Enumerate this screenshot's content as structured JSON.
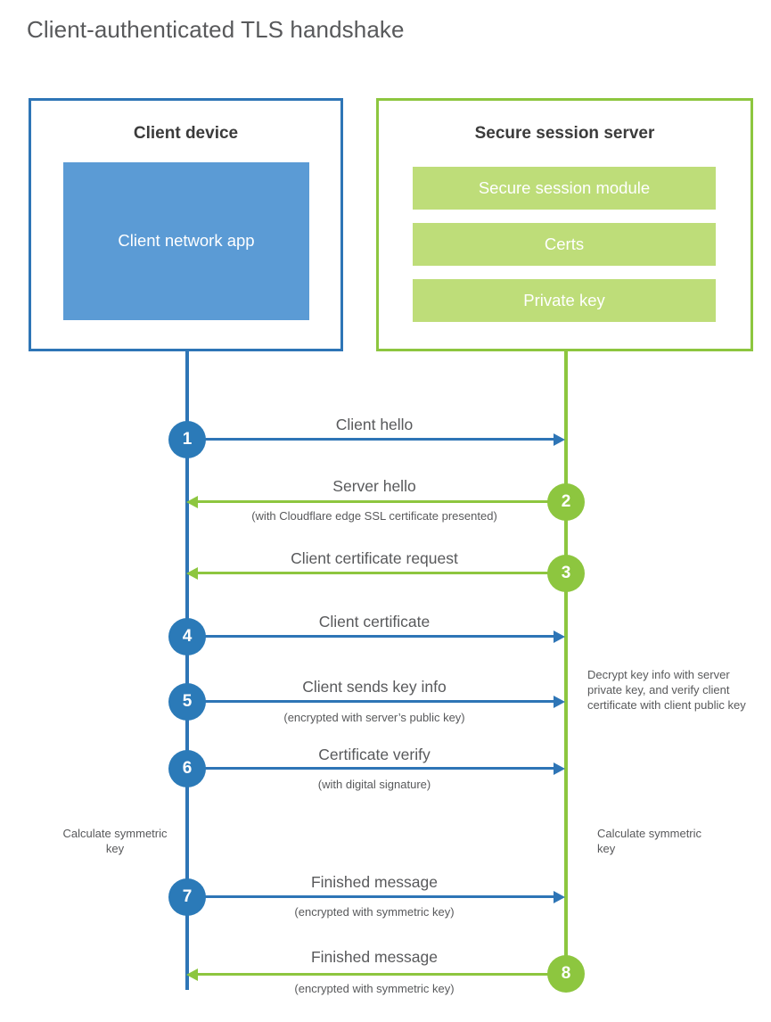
{
  "title": "Client-authenticated TLS handshake",
  "parties": {
    "client": {
      "title": "Client device",
      "app_label": "Client network app"
    },
    "server": {
      "title": "Secure session server",
      "bars": [
        {
          "label": "Secure session module"
        },
        {
          "label": "Certs"
        },
        {
          "label": "Private key"
        }
      ]
    }
  },
  "steps": [
    {
      "number": "1",
      "label": "Client hello",
      "sub": "",
      "direction": "client-to-server"
    },
    {
      "number": "2",
      "label": "Server hello",
      "sub": "(with Cloudflare edge SSL certificate presented)",
      "direction": "server-to-client"
    },
    {
      "number": "3",
      "label": "Client certificate request",
      "sub": "",
      "direction": "server-to-client"
    },
    {
      "number": "4",
      "label": "Client certificate",
      "sub": "",
      "direction": "client-to-server"
    },
    {
      "number": "5",
      "label": "Client sends key info",
      "sub": "(encrypted with server’s public key)",
      "direction": "client-to-server"
    },
    {
      "number": "6",
      "label": "Certificate verify",
      "sub": "(with digital signature)",
      "direction": "client-to-server"
    },
    {
      "number": "7",
      "label": "Finished message",
      "sub": "(encrypted with symmetric key)",
      "direction": "client-to-server"
    },
    {
      "number": "8",
      "label": "Finished message",
      "sub": "(encrypted with symmetric key)",
      "direction": "server-to-client"
    }
  ],
  "annotations": {
    "server_decrypt": "Decrypt key info with server private key, and verify client certificate with client public key",
    "client_calc": "Calculate symmetric key",
    "server_calc": "Calculate symmetric key"
  },
  "colors": {
    "client_blue": "#2e75b6",
    "client_app_fill": "#5b9bd5",
    "step_blue": "#2b7ab8",
    "server_green": "#8dc63f",
    "server_bar_fill": "#bedd79",
    "text_gray": "#58595b"
  }
}
